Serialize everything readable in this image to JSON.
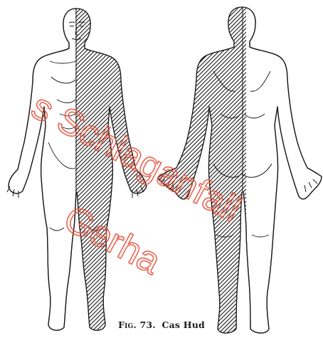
{
  "caption": {
    "figure_label": "Fig. 73.",
    "title": "Cas Hud"
  },
  "watermark": {
    "line1": "s Schlaganfall",
    "line2": "Gerha",
    "color": "#e8553f"
  },
  "colors": {
    "ink": "#1a1a1a",
    "background": "#ffffff"
  }
}
